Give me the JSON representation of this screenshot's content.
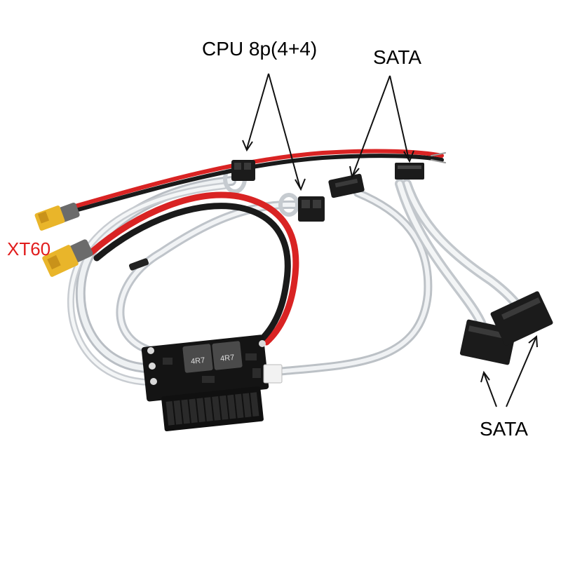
{
  "labels": {
    "cpu": "CPU 8p(4+4)",
    "sata_top": "SATA",
    "xt60": "XT60",
    "sata_bottom": "SATA"
  },
  "board": {
    "inductor_left": "4R7",
    "inductor_right": "4R7"
  },
  "colors": {
    "wire_red": "#d92323",
    "wire_black": "#1a1a1a",
    "wire_clear": "#d8dce0",
    "xt60_yellow": "#e9b52a",
    "label_red": "#e11d1d"
  }
}
